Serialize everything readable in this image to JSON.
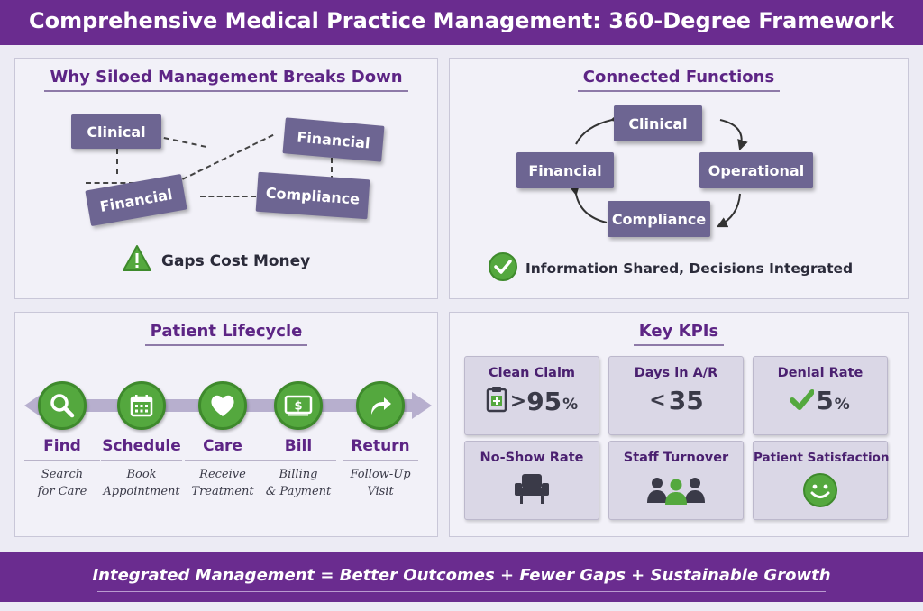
{
  "header": {
    "title": "Comprehensive Medical Practice Management: 360-Degree Framework"
  },
  "siloed": {
    "title": "Why Siloed Management Breaks Down",
    "boxes": [
      "Clinical",
      "Financial",
      "Financial",
      "Compliance"
    ],
    "caption": "Gaps Cost Money"
  },
  "connected": {
    "title": "Connected Functions",
    "boxes": [
      "Clinical",
      "Operational",
      "Compliance",
      "Financial"
    ],
    "caption": "Information Shared, Decisions Integrated"
  },
  "lifecycle": {
    "title": "Patient Lifecycle",
    "steps": [
      {
        "label": "Find",
        "sub": "Search\nfor Care",
        "icon": "magnifier-icon"
      },
      {
        "label": "Schedule",
        "sub": "Book\nAppointment",
        "icon": "calendar-icon"
      },
      {
        "label": "Care",
        "sub": "Receive\nTreatment",
        "icon": "heart-icon"
      },
      {
        "label": "Bill",
        "sub": "Billing\n& Payment",
        "icon": "dollar-bill-icon"
      },
      {
        "label": "Return",
        "sub": "Follow-Up\nVisit",
        "icon": "return-arrow-icon"
      }
    ]
  },
  "kpis": {
    "title": "Key KPIs",
    "items": [
      {
        "label": "Clean Claim",
        "prefix": ">",
        "value": "95",
        "unit": "%",
        "icon": "claim-form-icon"
      },
      {
        "label": "Days in A/R",
        "prefix": "<",
        "value": "35",
        "unit": ""
      },
      {
        "label": "Denial Rate",
        "prefix": "",
        "value": "5",
        "unit": "%",
        "icon": "checkmark-icon"
      },
      {
        "label": "No-Show Rate",
        "icon": "empty-chair-icon"
      },
      {
        "label": "Staff Turnover",
        "icon": "people-icon"
      },
      {
        "label": "Patient Satisfaction",
        "icon": "smiley-icon"
      }
    ]
  },
  "footer": {
    "text": "Integrated Management = Better Outcomes + Fewer Gaps + Sustainable Growth"
  },
  "colors": {
    "purple": "#6a2c8f",
    "box": "#6d6592",
    "green": "#54a83e"
  }
}
